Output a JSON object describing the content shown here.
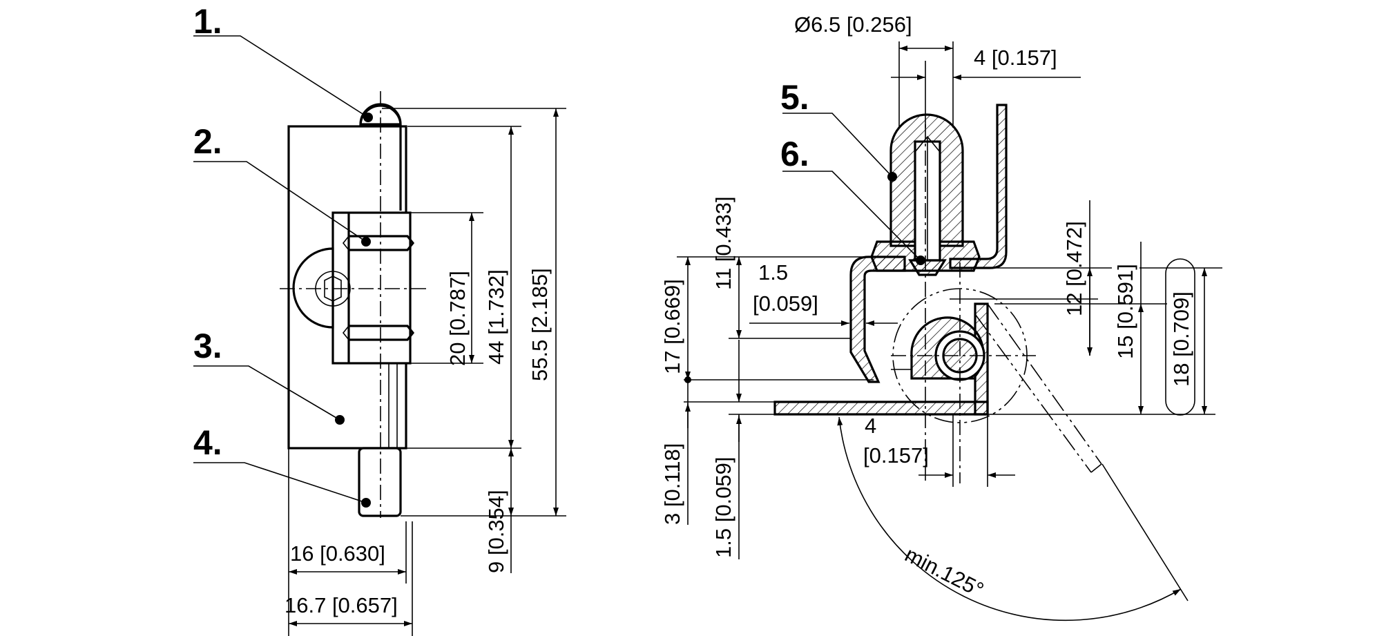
{
  "callouts": {
    "c1": "1.",
    "c2": "2.",
    "c3": "3.",
    "c4": "4.",
    "c5": "5.",
    "c6": "6."
  },
  "dimensions": {
    "width_16": "16 [0.630]",
    "width_16_7": "16.7 [0.657]",
    "height_20": "20 [0.787]",
    "height_44": "44 [1.732]",
    "height_55_5": "55.5 [2.185]",
    "height_9": "9 [0.354]",
    "diameter_6_5": "Ø6.5 [0.256]",
    "width_4_top": "4 [0.157]",
    "height_11": "11 [0.433]",
    "thick_1_5_a": "1.5",
    "thick_1_5_b": "[0.059]",
    "height_12": "12 [0.472]",
    "height_15": "15 [0.591]",
    "height_18": "18 [0.709]",
    "height_17": "17 [0.669]",
    "height_3": "3 [0.118]",
    "height_1_5": "1.5 [0.059]",
    "width_4_bottom_a": "4",
    "width_4_bottom_b": "[0.157]",
    "angle": "min.125°"
  }
}
